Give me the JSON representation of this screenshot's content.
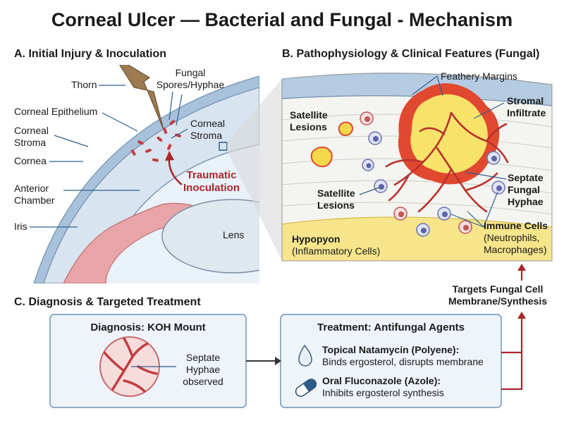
{
  "title": "Corneal Ulcer — Bacterial and Fungal - Mechanism",
  "panel_a": {
    "heading": "A. Initial Injury & Inoculation",
    "thorn": "Thorn",
    "fungal_spores_line1": "Fungal",
    "fungal_spores_line2": "Spores/Hyphae",
    "corneal_epithelium": "Corneal Epithelium",
    "corneal_stroma_left_line1": "Corneal",
    "corneal_stroma_left_line2": "Stroma",
    "cornea": "Cornea",
    "anterior_chamber_line1": "Anterior",
    "anterior_chamber_line2": "Chamber",
    "iris": "Iris",
    "corneal_stroma_right_line1": "Corneal",
    "corneal_stroma_right_line2": "Stroma",
    "traumatic_line1": "Traumatic",
    "traumatic_line2": "Inoculation",
    "lens": "Lens"
  },
  "panel_b": {
    "heading": "B. Pathophysiology & Clinical Features (Fungal)",
    "feathery_margins": "Feathery Margins",
    "stromal_line1": "Stromal",
    "stromal_line2": "Infiltrate",
    "satellite_top_line1": "Satellite",
    "satellite_top_line2": "Lesions",
    "satellite_mid_line1": "Satellite",
    "satellite_mid_line2": "Lesions",
    "septate_line1": "Septate",
    "septate_line2": "Fungal",
    "septate_line3": "Hyphae",
    "immune_line1": "Immune Cells",
    "immune_line2": "(Neutrophils,",
    "immune_line3": "Macrophages)",
    "hypopyon_line1": "Hypopyon",
    "hypopyon_line2": "(Inflammatory Cells)"
  },
  "panel_c": {
    "heading": "C. Diagnosis & Targeted Treatment",
    "targets_line1": "Targets Fungal Cell",
    "targets_line2": "Membrane/Synthesis",
    "diagnosis_title": "Diagnosis: KOH Mount",
    "septate_obs_line1": "Septate",
    "septate_obs_line2": "Hyphae",
    "septate_obs_line3": "observed",
    "treatment_title": "Treatment: Antifungal Agents",
    "natamycin_name": "Topical Natamycin (Polyene):",
    "natamycin_desc": "Binds ergosterol, disrupts membrane",
    "fluconazole_name": "Oral Fluconazole (Azole):",
    "fluconazole_desc": "Inhibits ergosterol synthesis"
  },
  "colors": {
    "red_accent": "#a8282b",
    "cornea_blue": "#b8cde3",
    "infiltrate_yellow": "#f7e36a",
    "infiltrate_red": "#e0482f",
    "box_bg": "#eef4fa",
    "box_border": "#6f93b8"
  }
}
